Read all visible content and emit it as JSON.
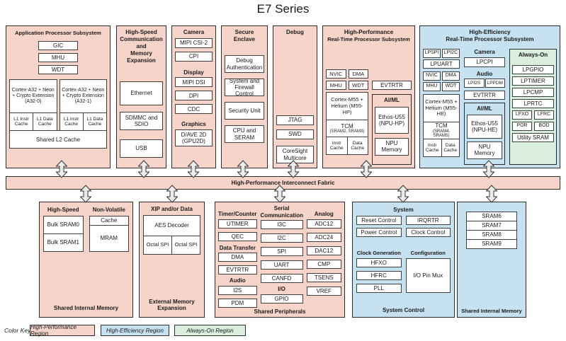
{
  "title": "E7 Series",
  "fabric_label": "High-Performance Interconnect Fabric",
  "colors": {
    "high_performance_region": "#f7d4c9",
    "high_efficiency_region": "#c6e2f0",
    "always_on_region": "#d9eedd",
    "block_border": "#2d2d2d",
    "box_border": "#3f3f3f",
    "arrow_fill": "#ececec"
  },
  "app": {
    "title": "Application Processor Subsystem",
    "boxes": [
      "GIC",
      "MHU",
      "WDT"
    ],
    "cores": [
      {
        "name": "Cortex-A32 + Neon + Crypto Extension (A32-0)",
        "l1i": "L1 Instr Cache",
        "l1d": "L1 Data Cache"
      },
      {
        "name": "Cortex-A32 + Neon + Crypto Extension (A32-1)",
        "l1i": "L1 Instr Cache",
        "l1d": "L1 Data Cache"
      }
    ],
    "l2": "Shared L2 Cache"
  },
  "hs_comm": {
    "title_lines": [
      "High-Speed",
      "Communication and",
      "Memory Expansion"
    ],
    "items": [
      "Ethernet",
      "SDMMC and SDIO",
      "USB"
    ]
  },
  "camera_block": {
    "camera_header": "Camera",
    "camera_items": [
      "MIPI CSI-2",
      "CPI"
    ],
    "display_header": "Display",
    "display_items": [
      "MIPI DSI",
      "DPI",
      "CDC"
    ],
    "graphics_header": "Graphics",
    "graphics_item": "D/AVE 2D (GPU2D)"
  },
  "secure": {
    "title": "Secure Enclave",
    "items": [
      "Debug Authentication",
      "System and Firewall Control",
      "Security Unit",
      "CPU and SERAM"
    ]
  },
  "debug": {
    "title": "Debug",
    "items": [
      "JTAG",
      "SWD",
      "CoreSight Multicore"
    ]
  },
  "hp_rt": {
    "title_lines": [
      "High-Performance",
      "Real-Time Processor Subsystem"
    ],
    "row1": [
      "NVIC",
      "DMA"
    ],
    "row2": [
      "MHU",
      "WDT"
    ],
    "core": "Cortex-M55 + Helium (M55-HP)",
    "tcm": "TCM",
    "tcm_sub": "(SRAM2, SRAM3)",
    "caches": [
      "Instr Cache",
      "Data Cache"
    ],
    "evtrtr": "EVTRTR",
    "aiml_header": "AI/ML",
    "npu": "Ethos-U55 (NPU-HP)",
    "npu_memory": "NPU Memory"
  },
  "he_rt": {
    "title_lines": [
      "High-Efficiency",
      "Real-Time Processor Subsystem"
    ],
    "row0": [
      "LPSPI",
      "LPI2C"
    ],
    "lpuart": "LPUART",
    "row1": [
      "NVIC",
      "DMA"
    ],
    "row2": [
      "MHU",
      "WDT"
    ],
    "core": "Cortex-M55 + Helium (M55-HE)",
    "tcm": "TCM",
    "tcm_sub": "(SRAM4, SRAM5)",
    "caches": [
      "Instr Cache",
      "Data Cache"
    ],
    "camera_header": "Camera",
    "camera_item": "LPCPI",
    "audio_header": "Audio",
    "audio_items": [
      "LPI2S",
      "LPPDM"
    ],
    "evtrtr": "EVTRTR",
    "aiml_header": "AI/ML",
    "npu": "Ethos-U55 (NPU-HE)",
    "npu_memory": "NPU Memory",
    "always_on": {
      "title": "Always-On",
      "items": [
        "LPGPIO",
        "LPTIMER",
        "LPCMP",
        "LPRTC"
      ],
      "pair1": [
        "LFXO",
        "LFRC"
      ],
      "pair2": [
        "POR",
        "BOD"
      ],
      "utility": "Utility SRAM"
    }
  },
  "mem1": {
    "hs_header": "High-Speed",
    "nv_header": "Non-Volatile",
    "hs_items": [
      "Bulk SRAM0",
      "Bulk SRAM1"
    ],
    "nv_items": [
      "Cache",
      "MRAM"
    ],
    "label": "Shared Internal Memory"
  },
  "ext_mem": {
    "header": "XIP and/or Data",
    "aes": "AES Decoder",
    "spis": [
      "Octal SPI",
      "Octal SPI"
    ],
    "label": "External Memory Expansion"
  },
  "periph": {
    "timer_header": "Timer/Counter",
    "timer_items": [
      "UTIMER",
      "QEC"
    ],
    "data_transfer_header": "Data Transfer",
    "data_transfer_items": [
      "DMA",
      "EVTRTR"
    ],
    "audio_header": "Audio",
    "audio_items": [
      "I2S",
      "PDM"
    ],
    "serial_header": "Serial Communication",
    "serial_items": [
      "I3C",
      "I2C",
      "SPI",
      "UART",
      "CANFD"
    ],
    "io_header": "I/O",
    "io_item": "GPIO",
    "analog_header": "Analog",
    "analog_items": [
      "ADC12",
      "ADC24",
      "DAC12",
      "CMP",
      "TSENS",
      "VREF"
    ],
    "label": "Shared Peripherals"
  },
  "sysctl": {
    "system_header": "System",
    "row1": [
      "Reset Control",
      "IRQRTR"
    ],
    "row2": [
      "Power Control",
      "Clock Control"
    ],
    "clock_gen_header": "Clock Generation",
    "clock_gen_items": [
      "HFXO",
      "HFRC",
      "PLL"
    ],
    "config_header": "Configuration",
    "config_item": "I/O Pin Mux",
    "label": "System Control"
  },
  "mem2": {
    "items": [
      "SRAM6",
      "SRAM7",
      "SRAM8",
      "SRAM9"
    ],
    "label": "Shared Internal Memory"
  },
  "color_key": {
    "label": "Color Key:",
    "items": [
      {
        "label": "High-Performance Region"
      },
      {
        "label": "High-Efficiency Region"
      },
      {
        "label": "Always-On Region"
      }
    ]
  }
}
